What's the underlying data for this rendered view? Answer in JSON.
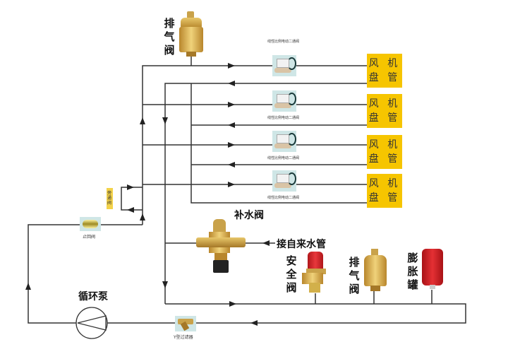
{
  "diagram": {
    "title": "Fan coil hydronic system schematic",
    "labels": {
      "air_vent_top": "排气阀",
      "make_up_valve": "补水阀",
      "tap_water_inlet": "接自来水管",
      "safety_valve": "安全阀",
      "air_vent_bottom": "排气阀",
      "expansion_tank": "膨胀罐",
      "circulation_pump": "循环泵",
      "check_valve": "止回阀",
      "bypass_valve": "旁通阀",
      "y_strainer": "Y型过滤器",
      "two_way_valve": "线性比例电动二通阀"
    },
    "fan_coils": [
      {
        "line1": "风 机",
        "line2": "盘 管"
      },
      {
        "line1": "风 机",
        "line2": "盘 管"
      },
      {
        "line1": "风 机",
        "line2": "盘 管"
      },
      {
        "line1": "风 机",
        "line2": "盘 管"
      }
    ],
    "two_way_valves": [
      {
        "caption": "线性比例电动二通阀"
      },
      {
        "caption": "线性比例电动二通阀"
      },
      {
        "caption": "线性比例电动二通阀"
      },
      {
        "caption": "线性比例电动二通阀"
      }
    ],
    "colors": {
      "pipe": "#333333",
      "fan_coil": "#f6c500",
      "brass": "#c9a24a",
      "red": "#d8262a",
      "valve_bg": "#cfe6e6"
    }
  }
}
